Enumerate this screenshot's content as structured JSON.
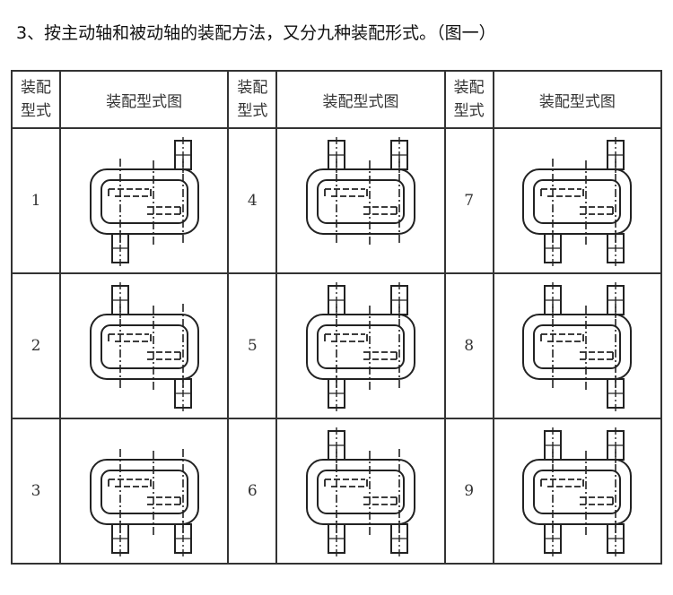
{
  "caption": "3、按主动轴和被动轴的装配方法，又分九种装配形式。（图一）",
  "table": {
    "header_form": "装配型式",
    "header_form_line1": "装配",
    "header_form_line2": "型式",
    "header_figure": "装配型式图",
    "forms": [
      "1",
      "2",
      "3",
      "4",
      "5",
      "6",
      "7",
      "8",
      "9"
    ]
  }
}
